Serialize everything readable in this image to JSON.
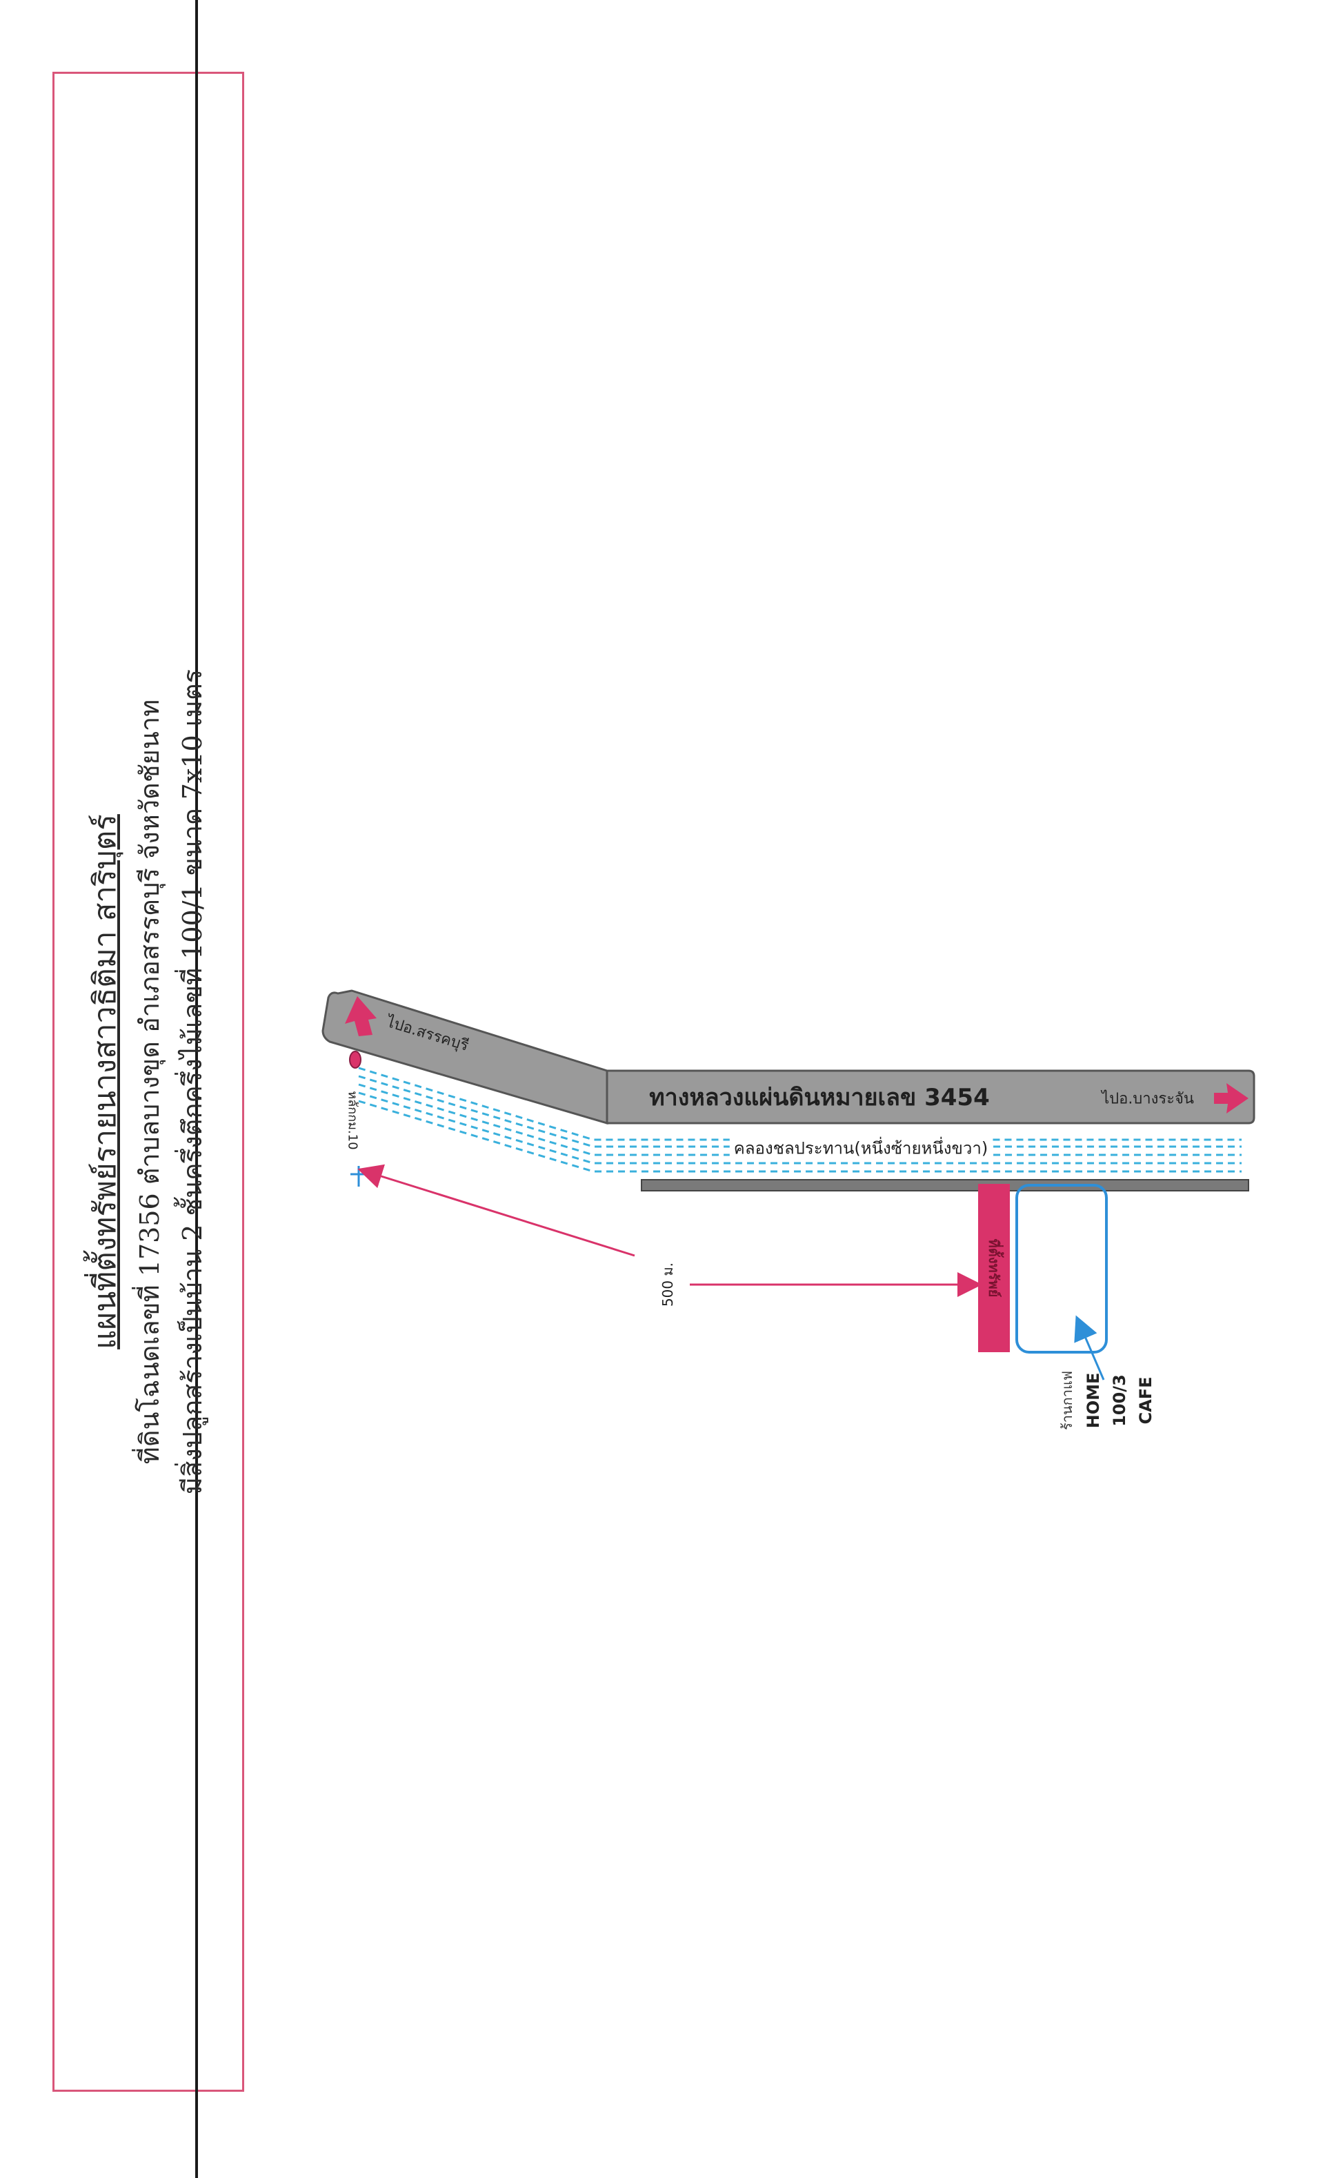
{
  "title": {
    "line1": "แผนที่ตั้งทรัพย์รายนางสาวธิติมา  สาริบุตร์",
    "line2": "ที่ดินโฉนดเลขที่ 17356 ตำบลบางขุด อำเภอสรรคบุรี จังหวัดชัยนาท",
    "line3": "มีสิ่งปลูกสร้างเป็นบ้าน 2 ชั้นครึ่งตึกครึ่งไม้เลขที่ 100/1 ขนาด 7x10 เมตร"
  },
  "road": {
    "name": "ทางหลวงแผ่นดินหมายเลข 3454",
    "to_left": "ไปอ.สรรคบุรี",
    "to_right": "ไปอ.บางระจัน"
  },
  "canal": {
    "name": "คลองชลประทาน(หนึ่งซ้ายหนึ่งขวา)"
  },
  "kilometer_post": {
    "label": "หลักกม.10"
  },
  "distance": {
    "label": "500 ม."
  },
  "property": {
    "label": "ที่ตั้งทรัพย์"
  },
  "cafe": {
    "label": [
      "ร้านกาแฟ",
      "HOME",
      "100/3",
      "CAFE"
    ]
  },
  "colors": {
    "road": "#9a9a9a",
    "road_outline": "#555555",
    "canal": "#3ab0dc",
    "marker": "#d9336a",
    "arrow": "#d9336a",
    "cafe_outline": "#2e8fd8",
    "frame": "#d9567a"
  }
}
